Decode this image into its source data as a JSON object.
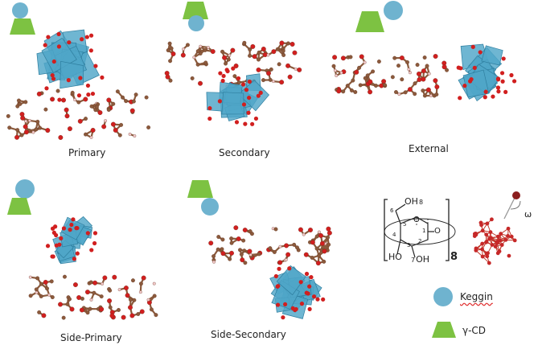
{
  "panels": [
    {
      "label": "Primary"
    },
    {
      "label": "Secondary"
    },
    {
      "label": "External"
    },
    {
      "label": "Side-Primary"
    },
    {
      "label": "Side-Secondary"
    }
  ],
  "structure": {
    "oh_top": "OH",
    "oh_top_sub": "8",
    "ring_numbers": [
      "6",
      "5",
      "4",
      "1",
      "2",
      "3"
    ],
    "ring_o": "O",
    "link_o": "O",
    "ho_left": "HO",
    "oh_bottom": "OH",
    "oh_bottom_sub": "7",
    "repeat_n": "8"
  },
  "model_label": "ω",
  "legend": {
    "keggin": "Keggin",
    "cd": "γ-CD"
  },
  "colors": {
    "keggin": "#6fb3cf",
    "cd": "#7dc242",
    "polyhedra": "#4fa6c8",
    "oxygen": "#d11f1f",
    "carbon": "#8b5a3c",
    "hydrogen": "#f2c9c9"
  }
}
